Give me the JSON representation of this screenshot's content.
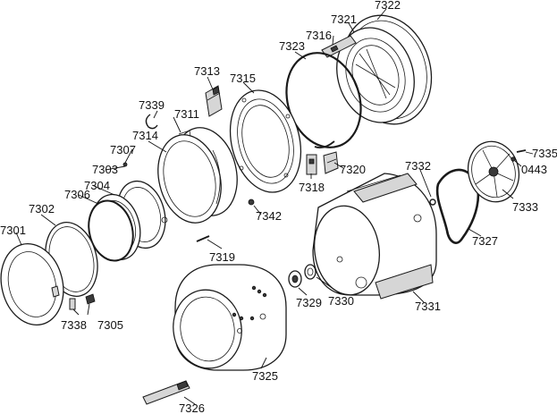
{
  "parts": [
    {
      "id": "p7301",
      "label": "7301"
    },
    {
      "id": "p7302",
      "label": "7302"
    },
    {
      "id": "p7303",
      "label": "7303"
    },
    {
      "id": "p7304",
      "label": "7304"
    },
    {
      "id": "p7305",
      "label": "7305"
    },
    {
      "id": "p7306",
      "label": "7306"
    },
    {
      "id": "p7307",
      "label": "7307"
    },
    {
      "id": "p7311",
      "label": "7311"
    },
    {
      "id": "p7313",
      "label": "7313"
    },
    {
      "id": "p7314",
      "label": "7314"
    },
    {
      "id": "p7315",
      "label": "7315"
    },
    {
      "id": "p7316",
      "label": "7316"
    },
    {
      "id": "p7318",
      "label": "7318"
    },
    {
      "id": "p7319",
      "label": "7319"
    },
    {
      "id": "p7320",
      "label": "7320"
    },
    {
      "id": "p7321",
      "label": "7321"
    },
    {
      "id": "p7322",
      "label": "7322"
    },
    {
      "id": "p7323",
      "label": "7323"
    },
    {
      "id": "p7325",
      "label": "7325"
    },
    {
      "id": "p7326",
      "label": "7326"
    },
    {
      "id": "p7327",
      "label": "7327"
    },
    {
      "id": "p7329",
      "label": "7329"
    },
    {
      "id": "p7330",
      "label": "7330"
    },
    {
      "id": "p7331",
      "label": "7331"
    },
    {
      "id": "p7332",
      "label": "7332"
    },
    {
      "id": "p7333",
      "label": "7333"
    },
    {
      "id": "p7335",
      "label": "7335"
    },
    {
      "id": "p7338",
      "label": "7338"
    },
    {
      "id": "p7339",
      "label": "7339"
    },
    {
      "id": "p7342",
      "label": "7342"
    },
    {
      "id": "p0443",
      "label": "0443"
    }
  ]
}
